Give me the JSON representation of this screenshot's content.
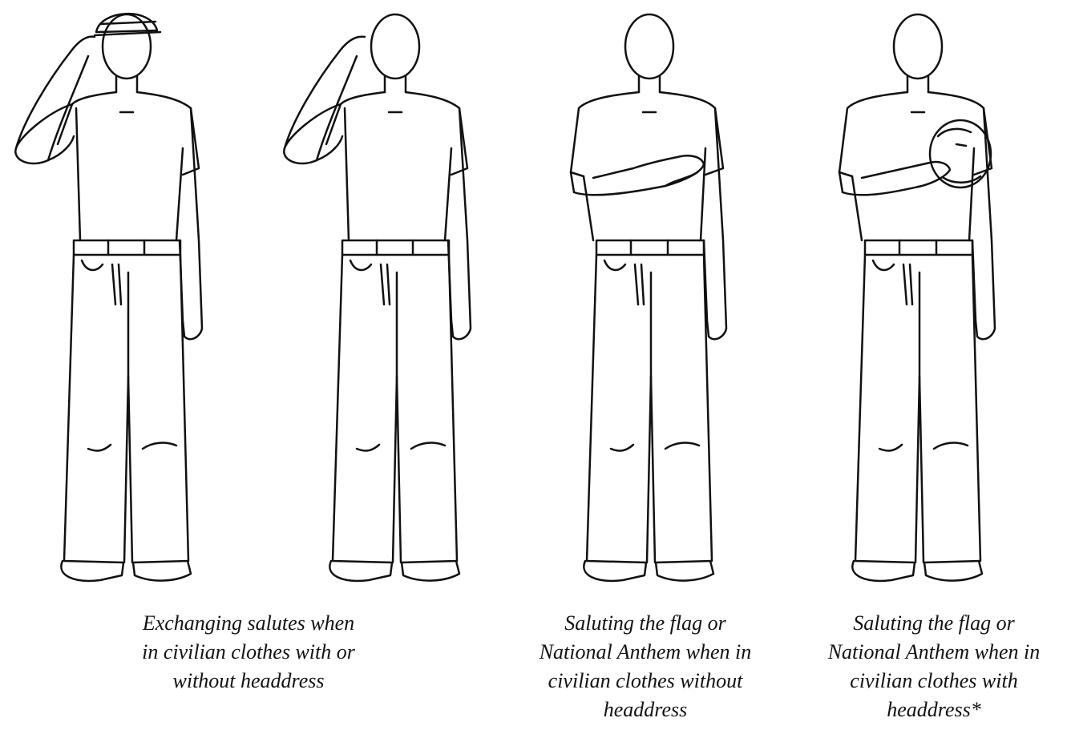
{
  "captions": [
    {
      "id": "caption-exchanging-salutes",
      "lines": [
        "Exchanging salutes when",
        "in civilian clothes with or",
        "without headdress"
      ]
    },
    {
      "id": "caption-flag-without-headdress",
      "lines": [
        "Saluting the flag or",
        "National Anthem when in",
        "civilian clothes without",
        "headdress"
      ]
    },
    {
      "id": "caption-flag-with-headdress",
      "lines": [
        "Saluting the flag or",
        "National Anthem when in",
        "civilian clothes with",
        "headdress*"
      ]
    }
  ],
  "figures": [
    {
      "name": "figure-salute-with-cap",
      "pose": "salute",
      "headwear": "cap"
    },
    {
      "name": "figure-salute-no-cap",
      "pose": "salute",
      "headwear": "none"
    },
    {
      "name": "figure-hand-over-heart",
      "pose": "hand-on-heart",
      "headwear": "none"
    },
    {
      "name": "figure-cap-over-heart",
      "pose": "cap-on-heart",
      "headwear": "held"
    }
  ],
  "colors": {
    "line": "#111111",
    "background": "#ffffff"
  }
}
